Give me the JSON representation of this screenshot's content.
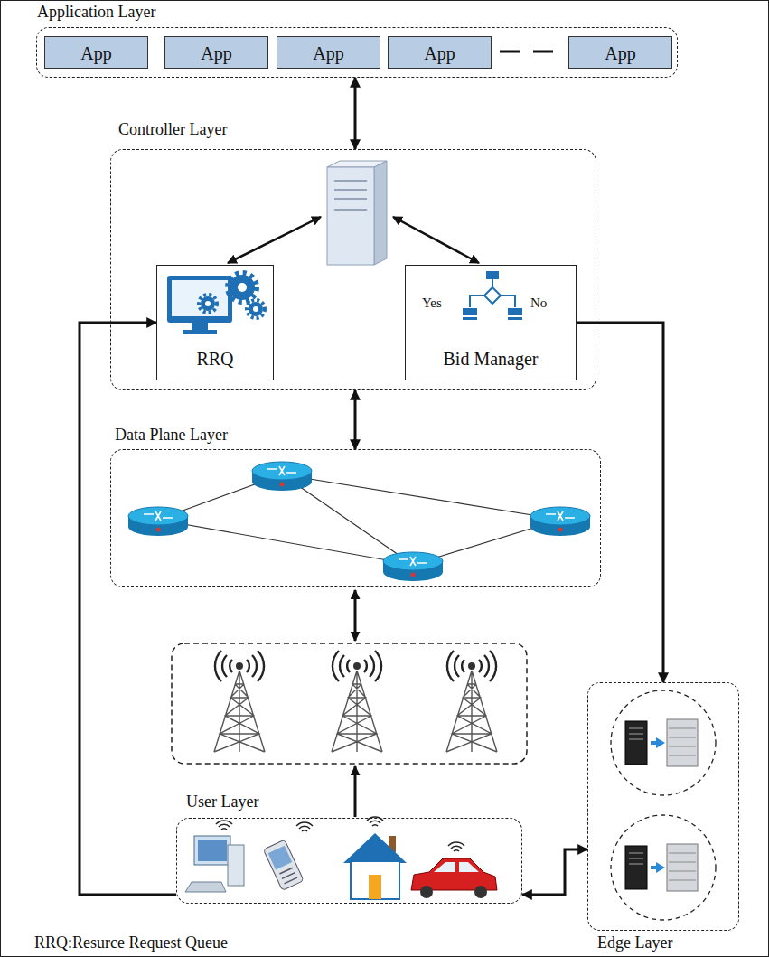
{
  "diagram": {
    "nodes": [
      {
        "text": [
          "Application Layer"
        ]
      },
      {
        "text": [
          "App"
        ],
        "in": 0
      },
      {
        "text": [
          "App"
        ],
        "in": 0
      },
      {
        "text": [
          "App"
        ],
        "in": 0
      },
      {
        "text": [
          "App"
        ],
        "in": 0
      },
      {
        "text": [
          "App"
        ],
        "in": 0
      },
      {
        "text": [
          "Controller Layer"
        ]
      },
      {
        "text": [
          "RRQ"
        ],
        "in": 6
      },
      {
        "text": [
          "Yes",
          "No",
          "Bid Manager"
        ],
        "in": 6
      },
      {
        "text": [
          "Data Plane Layer"
        ]
      },
      {
        "text": [
          "User Layer"
        ]
      },
      {
        "text": [
          "Edge Layer"
        ]
      }
    ],
    "edges": [
      {
        "from": 0,
        "to": 6,
        "arrow": "both"
      },
      {
        "from": 6,
        "to": 9,
        "arrow": "both"
      },
      {
        "from": 10,
        "to": 7,
        "arrow": "to"
      },
      {
        "from": 8,
        "to": 11,
        "arrow": "to"
      },
      {
        "from": 10,
        "to": 11,
        "arrow": "both"
      }
    ],
    "labels": [
      "RRQ:Resurce Request Queue"
    ]
  }
}
